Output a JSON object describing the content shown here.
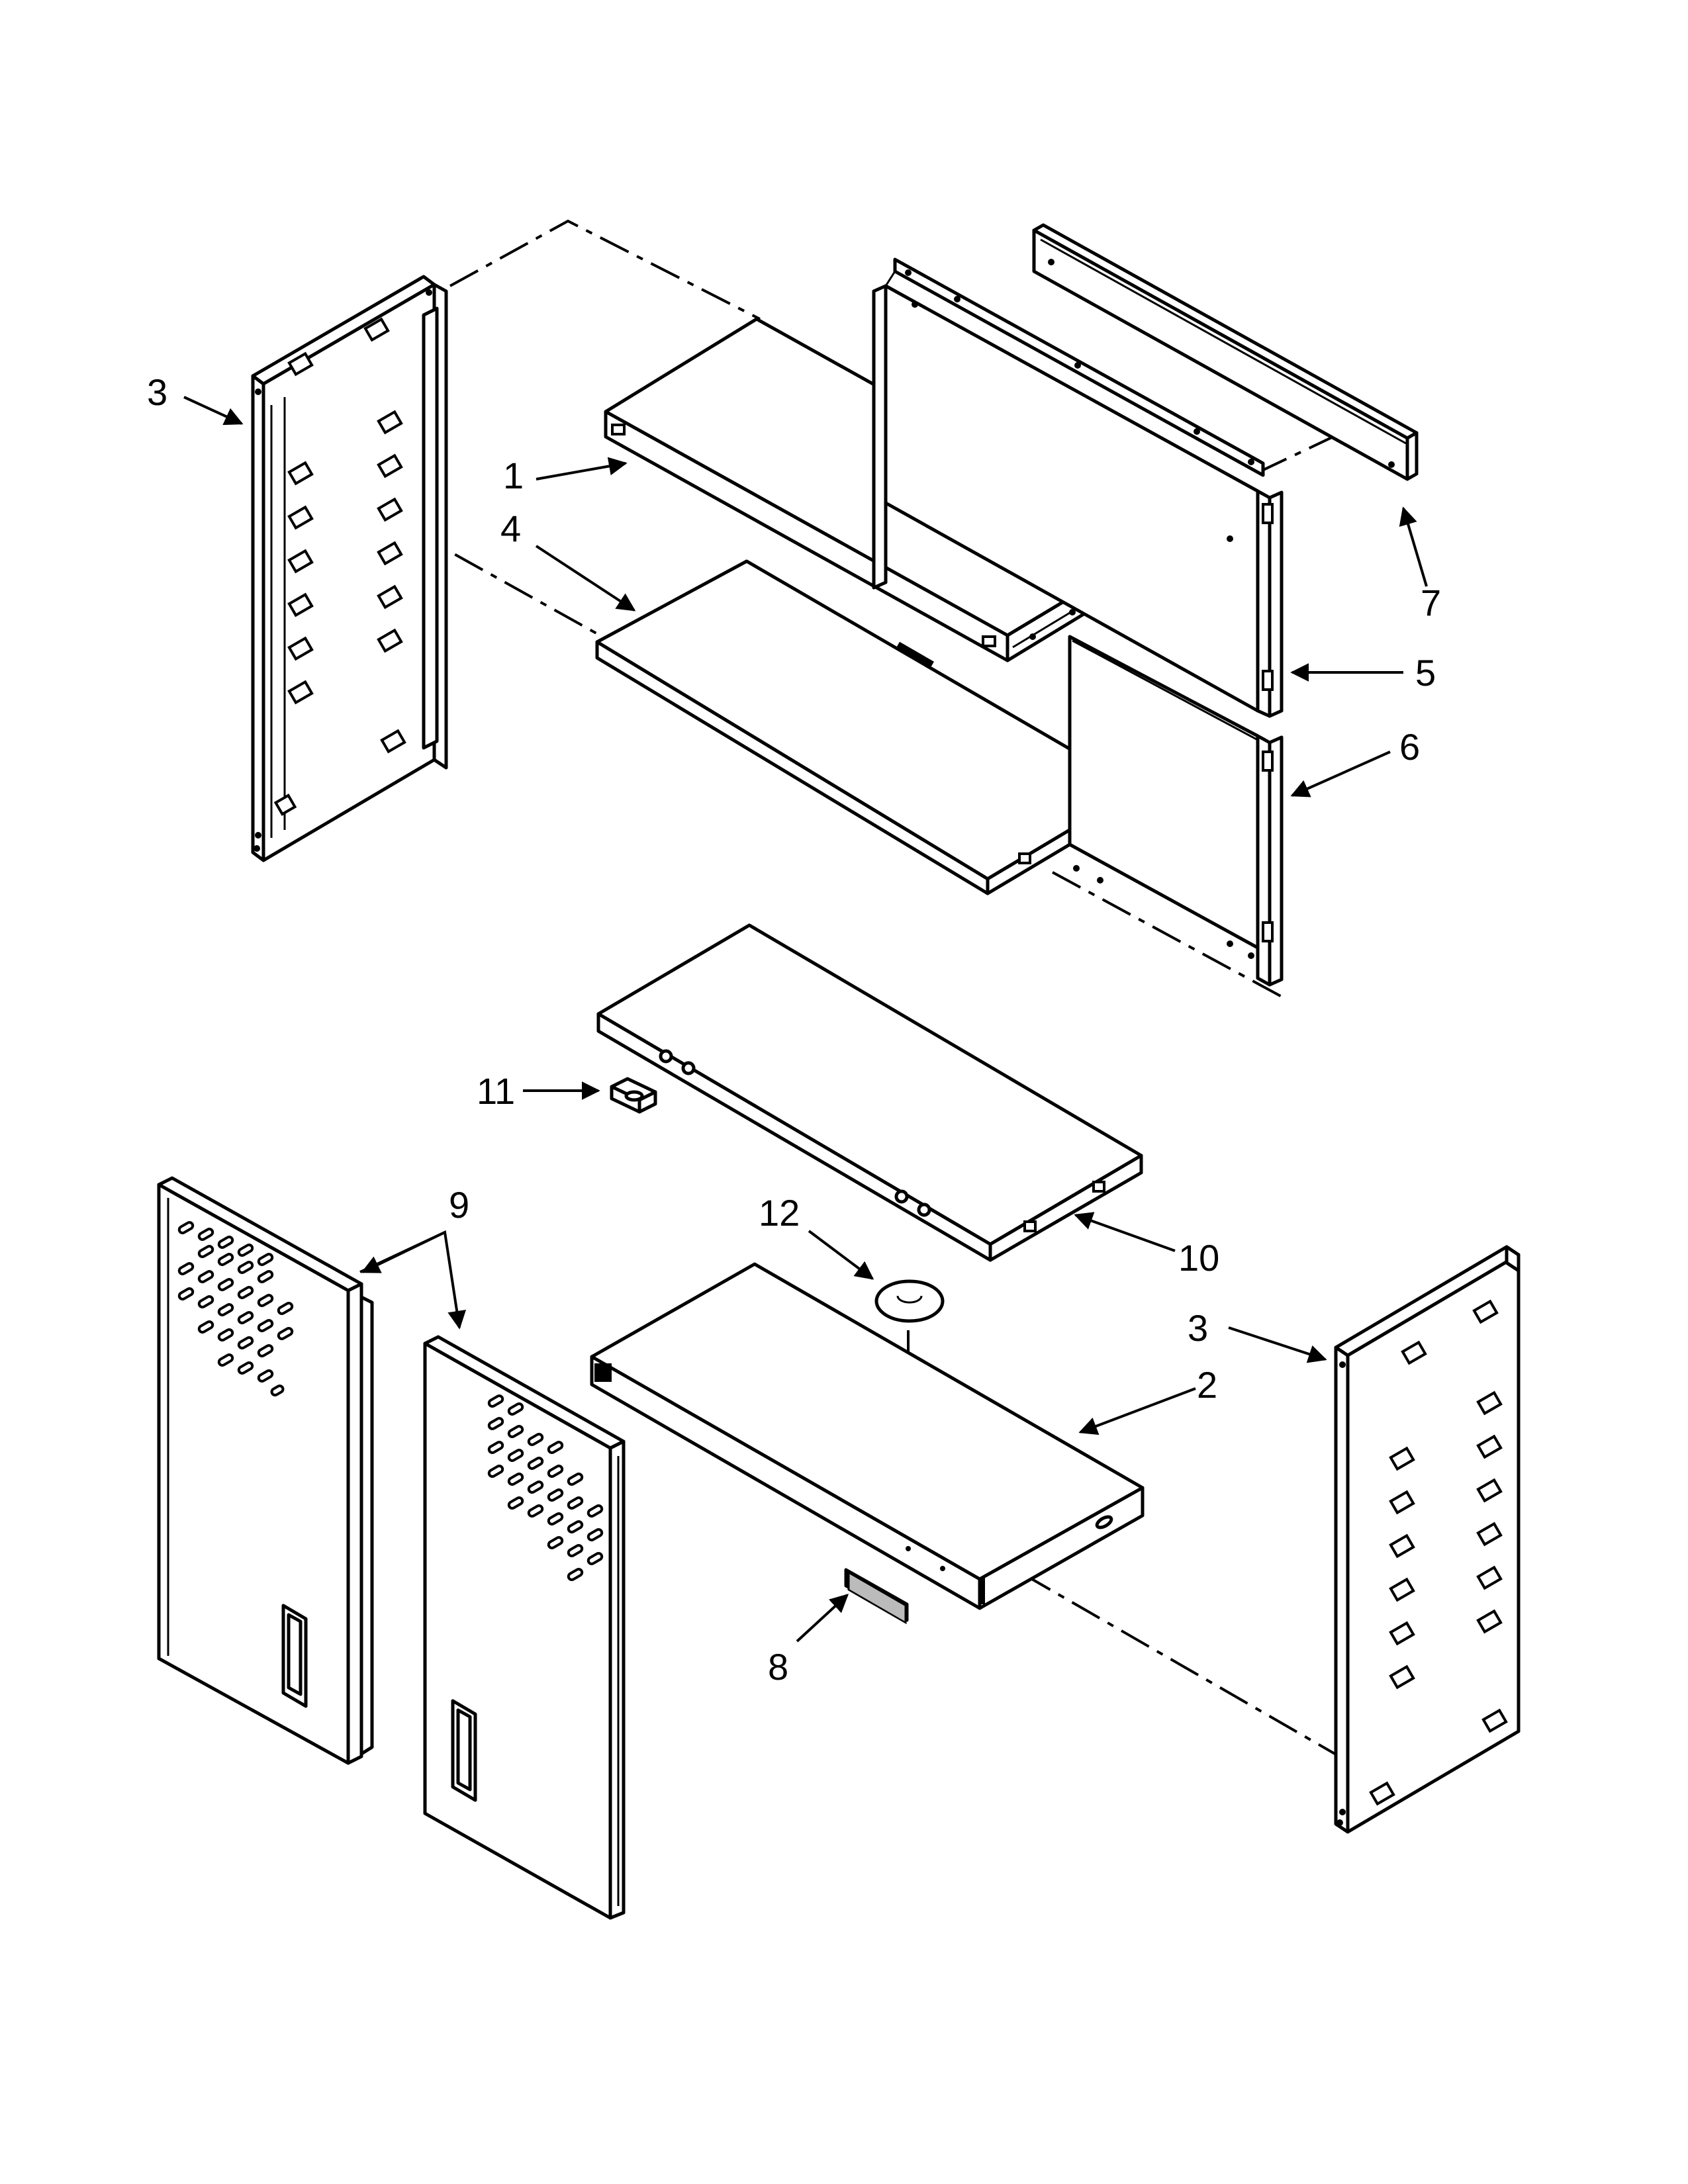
{
  "callouts": {
    "c1": "1",
    "c2": "2",
    "c3_left": "3",
    "c3_right": "3",
    "c4": "4",
    "c5": "5",
    "c6": "6",
    "c7": "7",
    "c8": "8",
    "c9": "9",
    "c10": "10",
    "c11": "11",
    "c12": "12"
  },
  "icons": {
    "arrowhead": "arrowhead-icon",
    "logo_badge": "logo-badge-icon"
  },
  "colors": {
    "line": "#000000",
    "background": "#ffffff"
  }
}
